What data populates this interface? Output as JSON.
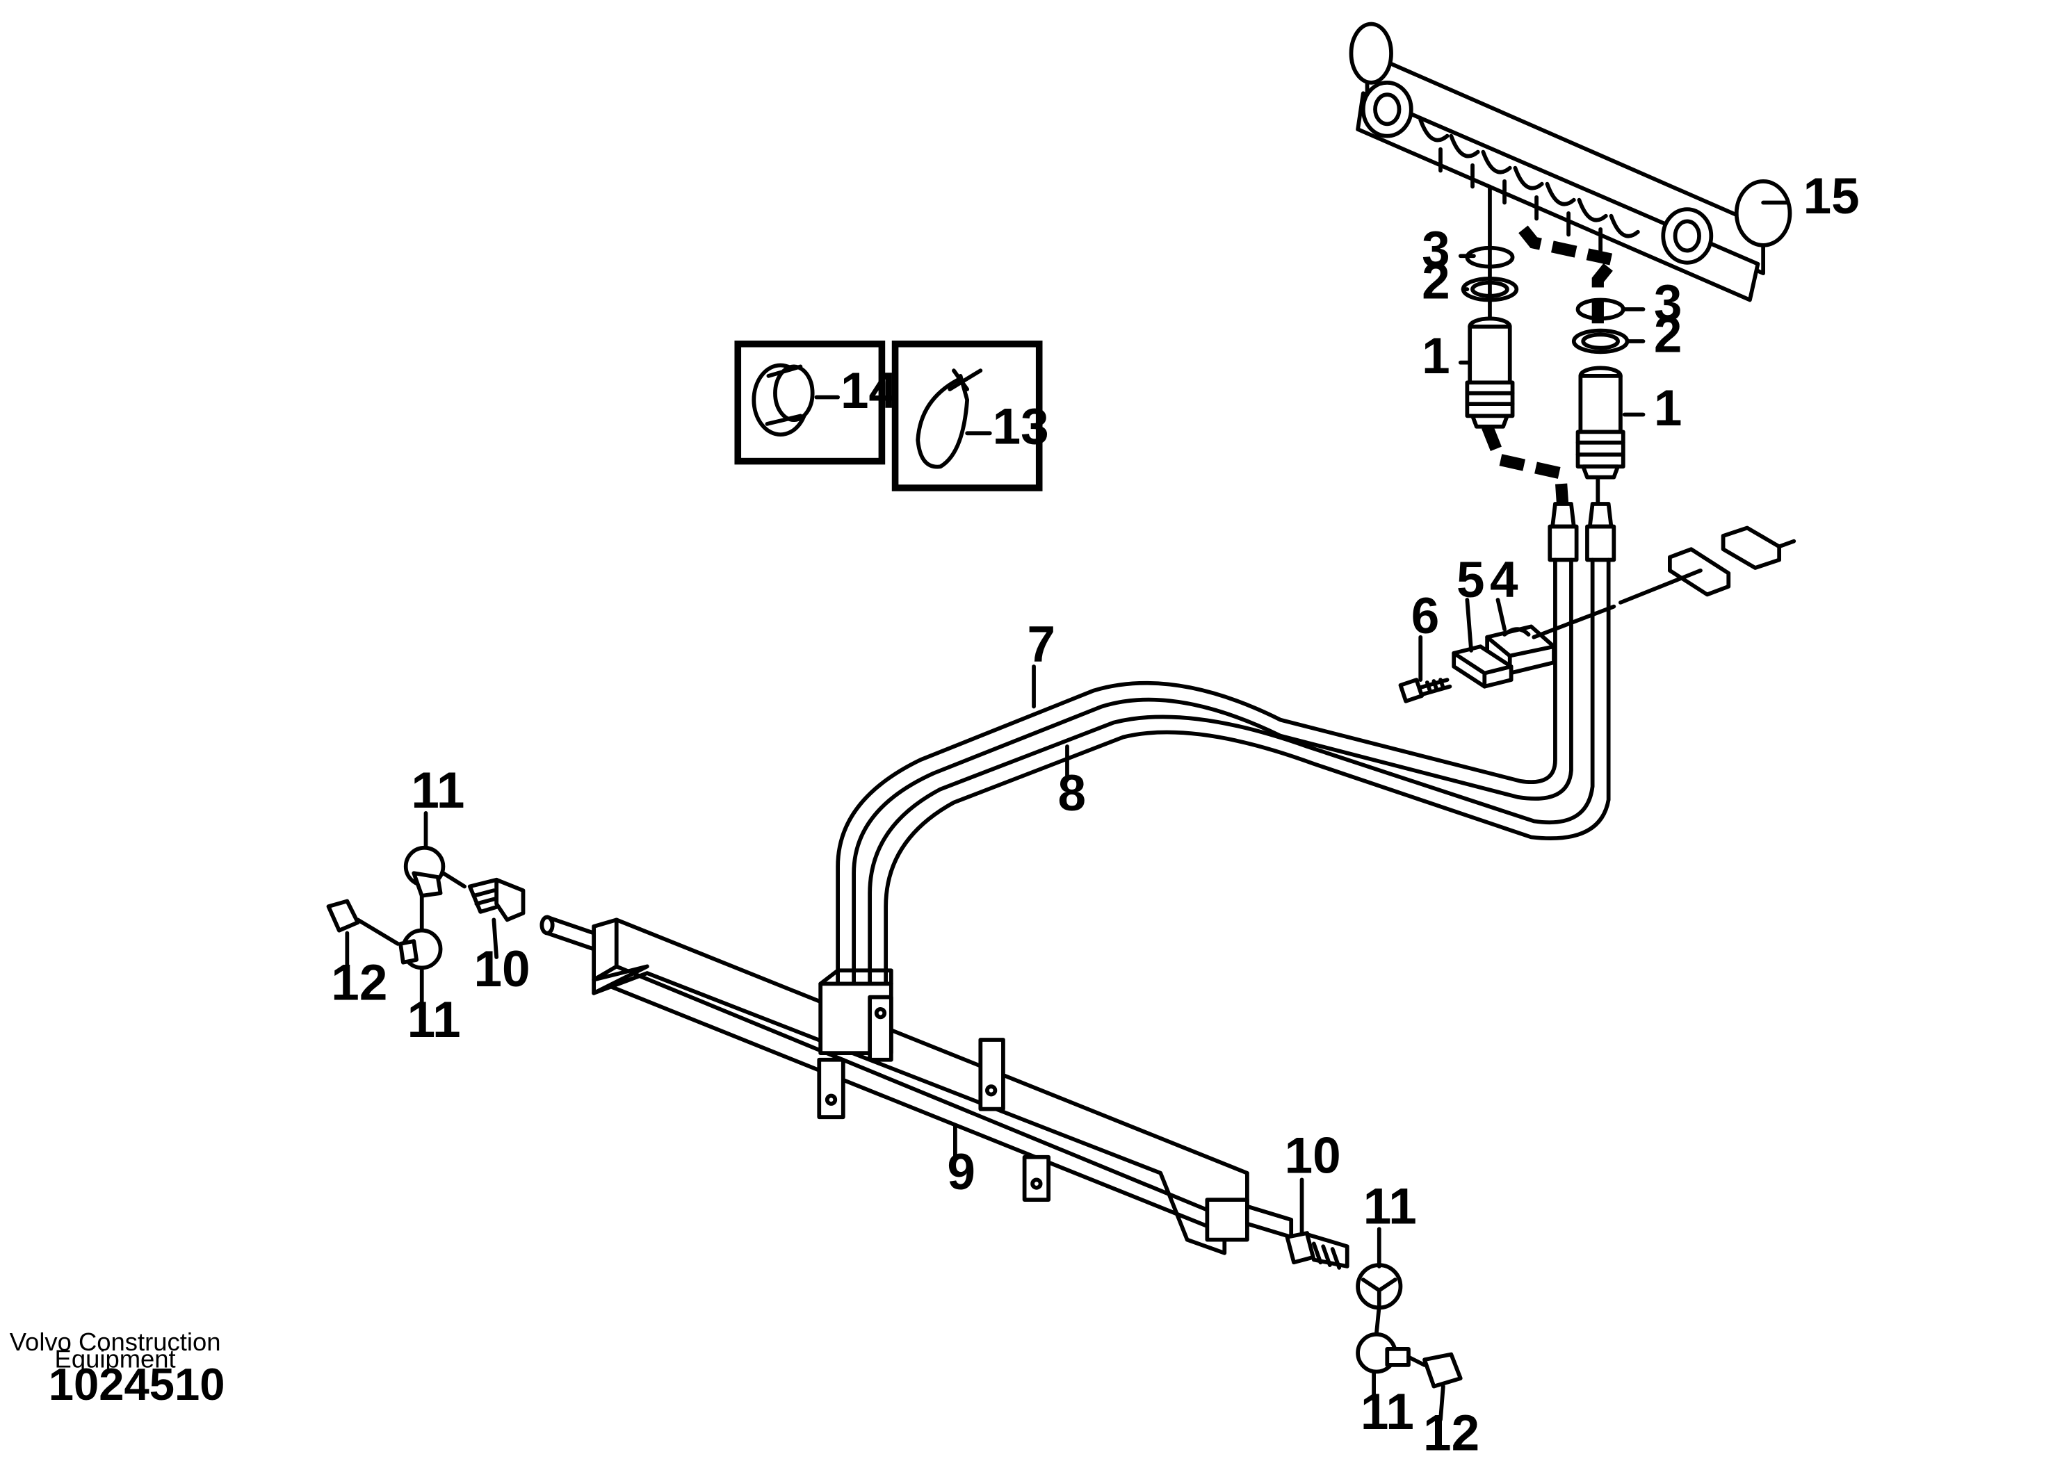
{
  "diagram": {
    "callouts": {
      "c1a": "1",
      "c1b": "1",
      "c2a": "2",
      "c2b": "2",
      "c3a": "3",
      "c3b": "3",
      "c4": "4",
      "c5": "5",
      "c6": "6",
      "c7": "7",
      "c8": "8",
      "c9": "9",
      "c10a": "10",
      "c10b": "10",
      "c11a": "11",
      "c11b": "11",
      "c11c": "11",
      "c11d": "11",
      "c12a": "12",
      "c12b": "12",
      "c13": "13",
      "c14": "14",
      "c15": "15"
    },
    "footer": {
      "brand_line1": "Volvo Construction",
      "brand_line2": "Equipment",
      "drawing_number": "1024510"
    }
  }
}
